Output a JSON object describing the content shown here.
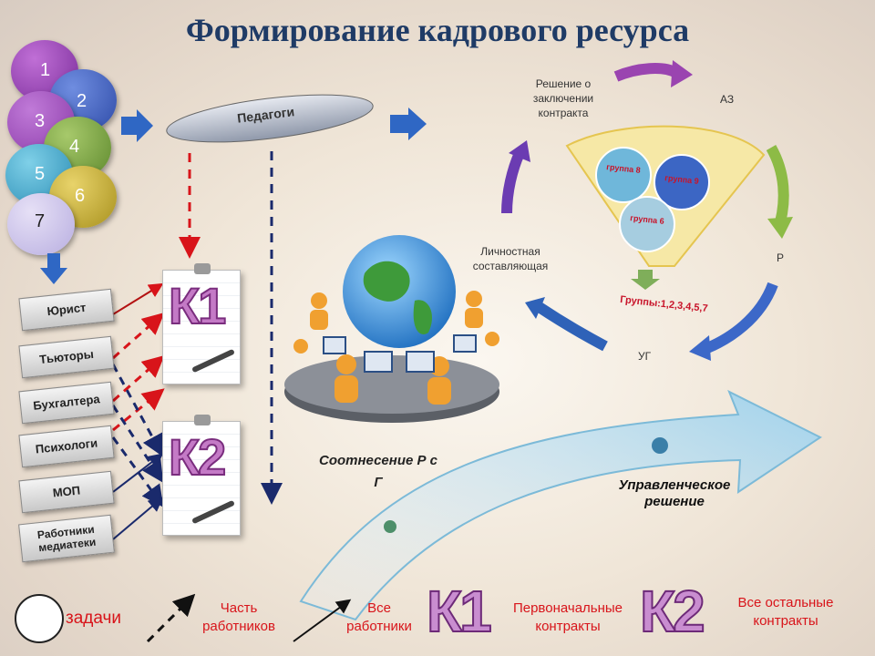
{
  "title": "Формирование кадрового ресурса",
  "circles": [
    "1",
    "2",
    "3",
    "4",
    "5",
    "6",
    "7"
  ],
  "pedagogues": "Педагоги",
  "staff": [
    "Юрист",
    "Тьюторы",
    "Бухгалтера",
    "Психологи",
    "МОП",
    "Работники медиатеки"
  ],
  "k1": "К1",
  "k2": "К2",
  "cycle": {
    "decision": "Решение о заключении контракта",
    "az": "АЗ",
    "r": "Р",
    "ug": "УГ",
    "personal": "Личностная составляющая",
    "groups": [
      "группа 8",
      "группа 9",
      "группа 6"
    ],
    "groups_label": "Группы:1,2,3,4,5,7"
  },
  "correlation": "Соотнесение Р с Г",
  "management": "Управленческое решение",
  "legend": {
    "tasks": "задачи",
    "part": "Часть работников",
    "all": "Все работники",
    "k1": "К1",
    "initial": "Первоначальные контракты",
    "k2": "К2",
    "rest": "Все остальные контракты"
  },
  "colors": {
    "title": "#1f3b66",
    "red": "#d8141a",
    "navy": "#1a2a6c"
  }
}
